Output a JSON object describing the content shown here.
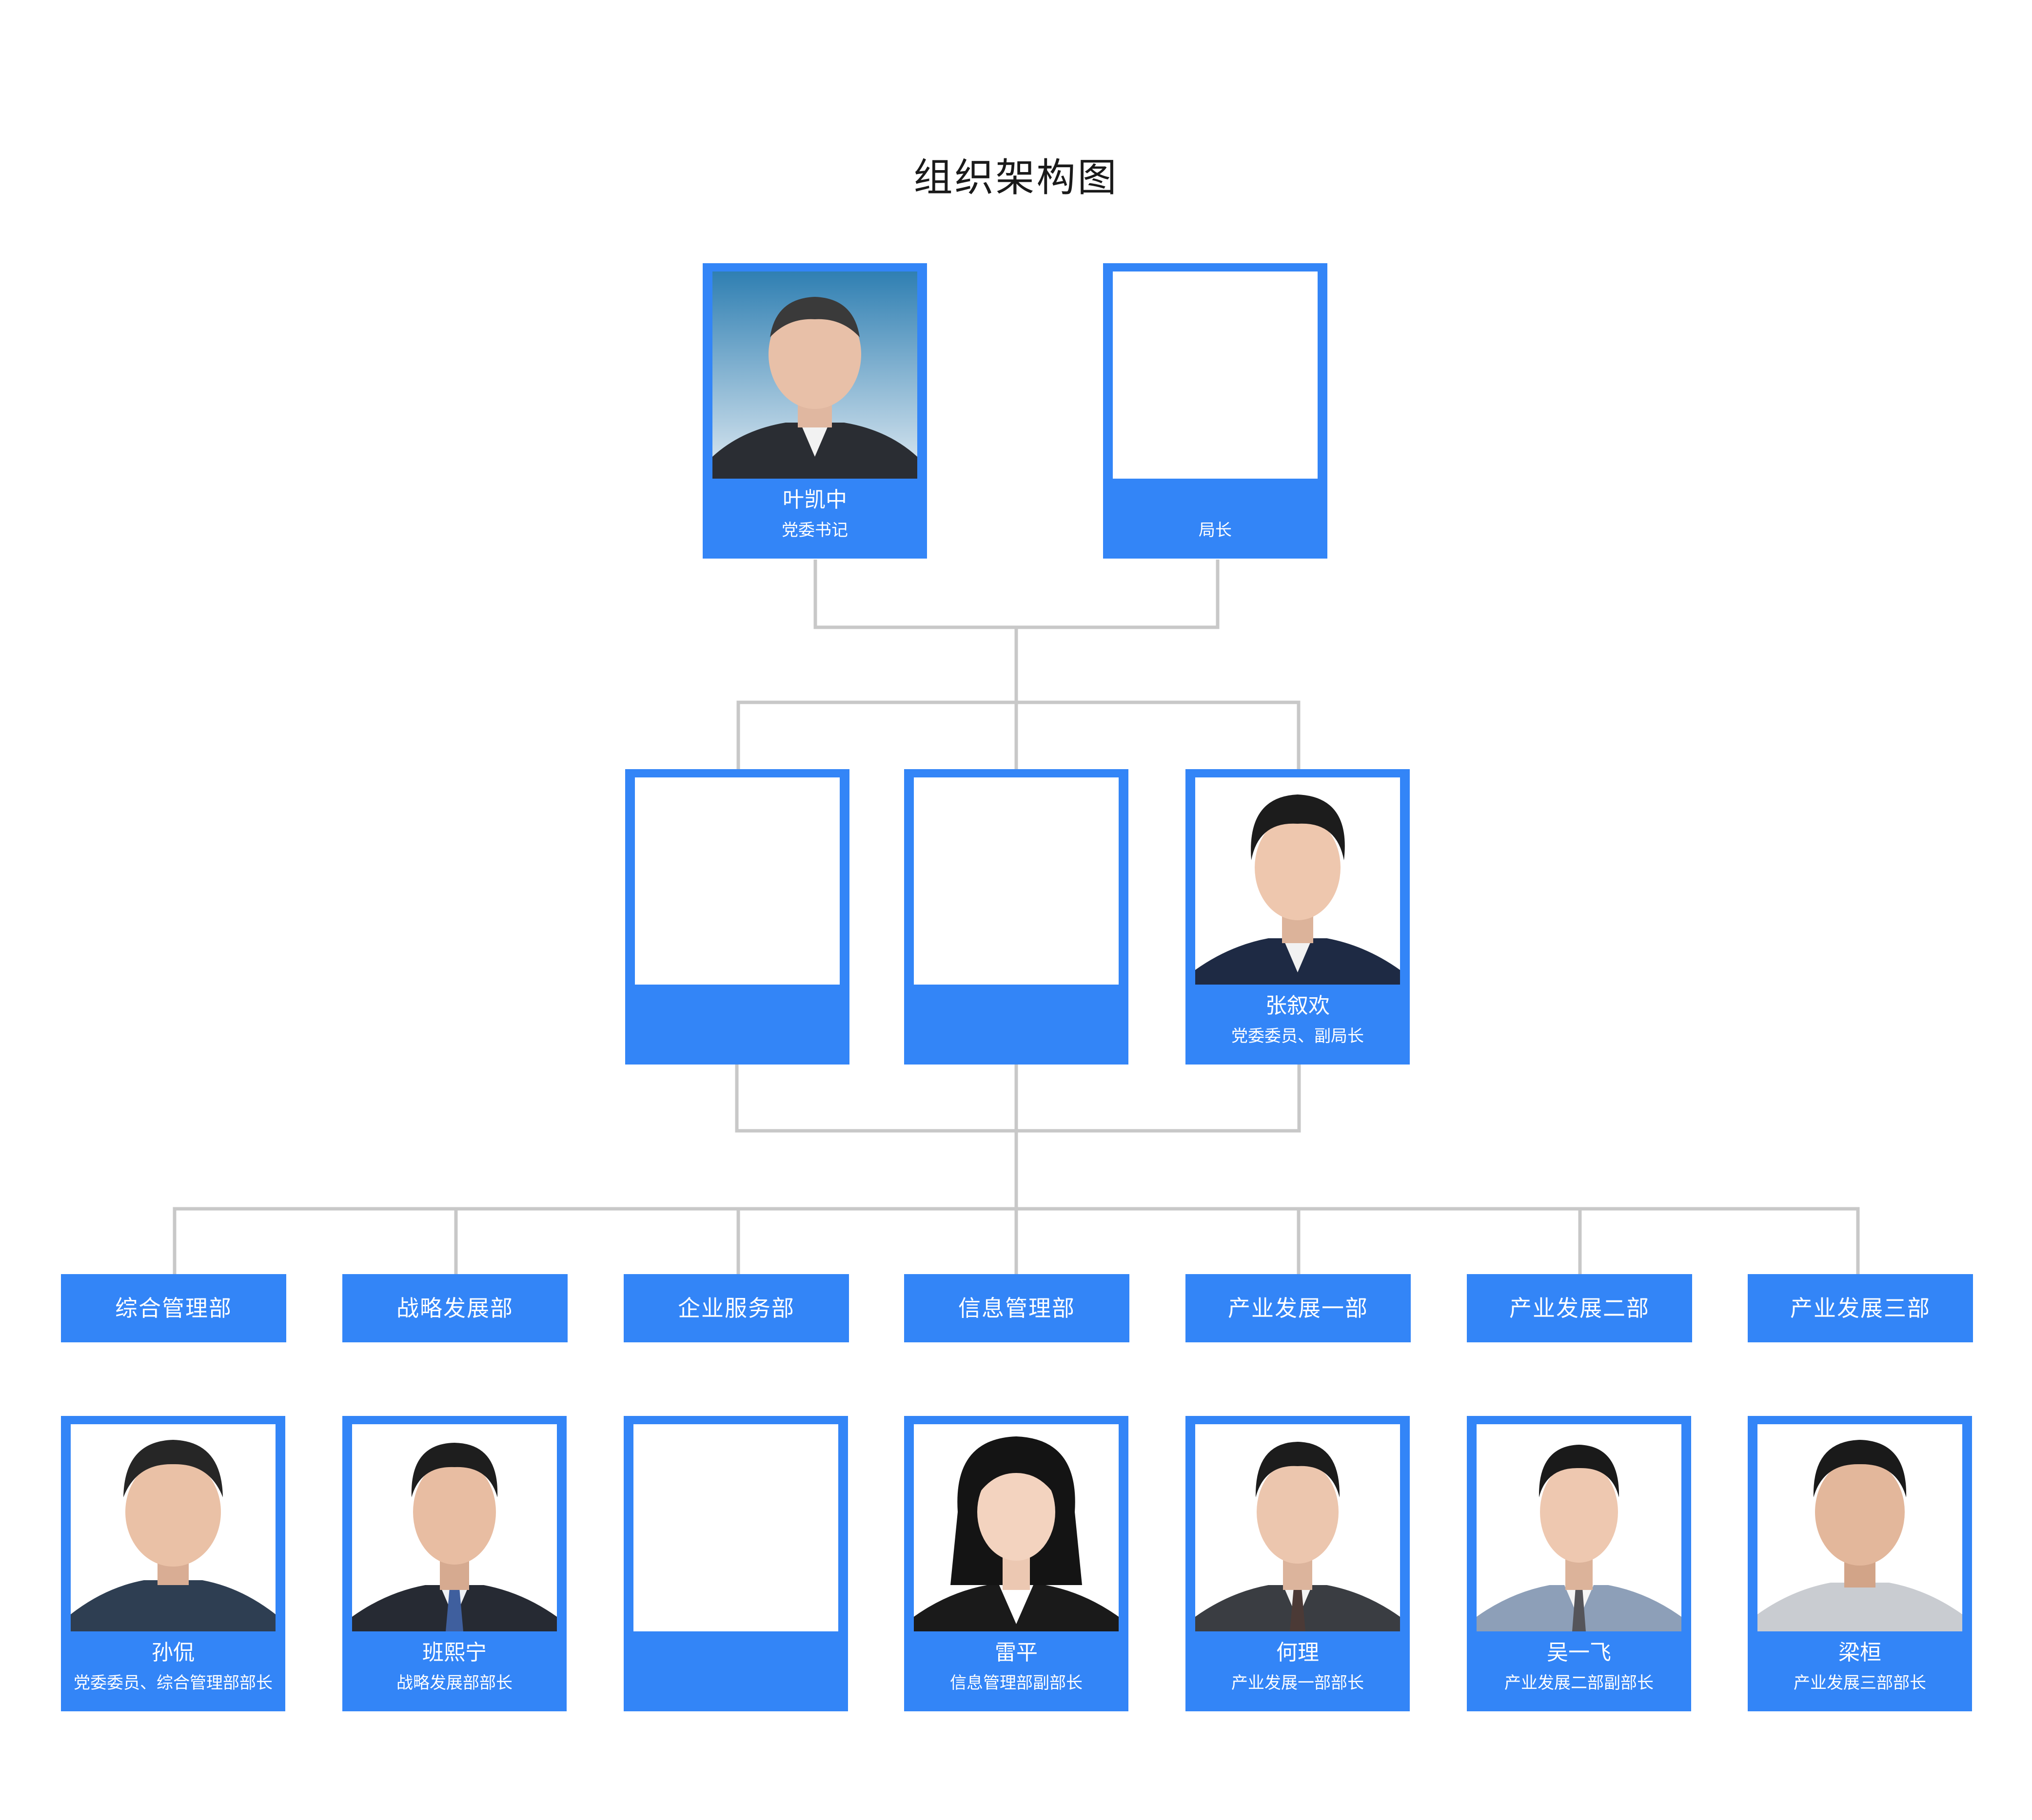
{
  "title": "组织架构图",
  "leaders": [
    {
      "name": "叶凯中",
      "role": "党委书记",
      "photo": "portrait-man-suit-blue-bg"
    },
    {
      "name": "",
      "role": "局长",
      "photo": ""
    }
  ],
  "deputies": [
    {
      "name": "",
      "role": "",
      "photo": ""
    },
    {
      "name": "",
      "role": "",
      "photo": ""
    },
    {
      "name": "张叙欢",
      "role": "党委委员、副局长",
      "photo": "portrait-man-suit"
    }
  ],
  "departments": [
    {
      "label": "综合管理部"
    },
    {
      "label": "战略发展部"
    },
    {
      "label": "企业服务部"
    },
    {
      "label": "信息管理部"
    },
    {
      "label": "产业发展一部"
    },
    {
      "label": "产业发展二部"
    },
    {
      "label": "产业发展三部"
    }
  ],
  "heads": [
    {
      "name": "孙侃",
      "role": "党委委员、综合管理部部长",
      "photo": "portrait-man-suit"
    },
    {
      "name": "班熙宁",
      "role": "战略发展部部长",
      "photo": "portrait-man-striped-tie"
    },
    {
      "name": "",
      "role": "",
      "photo": ""
    },
    {
      "name": "雷平",
      "role": "信息管理部副部长",
      "photo": "portrait-woman-suit"
    },
    {
      "name": "何理",
      "role": "产业发展一部部长",
      "photo": "portrait-man-suit-tie"
    },
    {
      "name": "吴一飞",
      "role": "产业发展二部副部长",
      "photo": "portrait-man-grey-suit"
    },
    {
      "name": "梁桓",
      "role": "产业发展三部部长",
      "photo": "portrait-man-grey-shirt"
    }
  ],
  "colors": {
    "card": "#3385f7",
    "connector": "#c8c8c8",
    "background": "#ffffff"
  }
}
